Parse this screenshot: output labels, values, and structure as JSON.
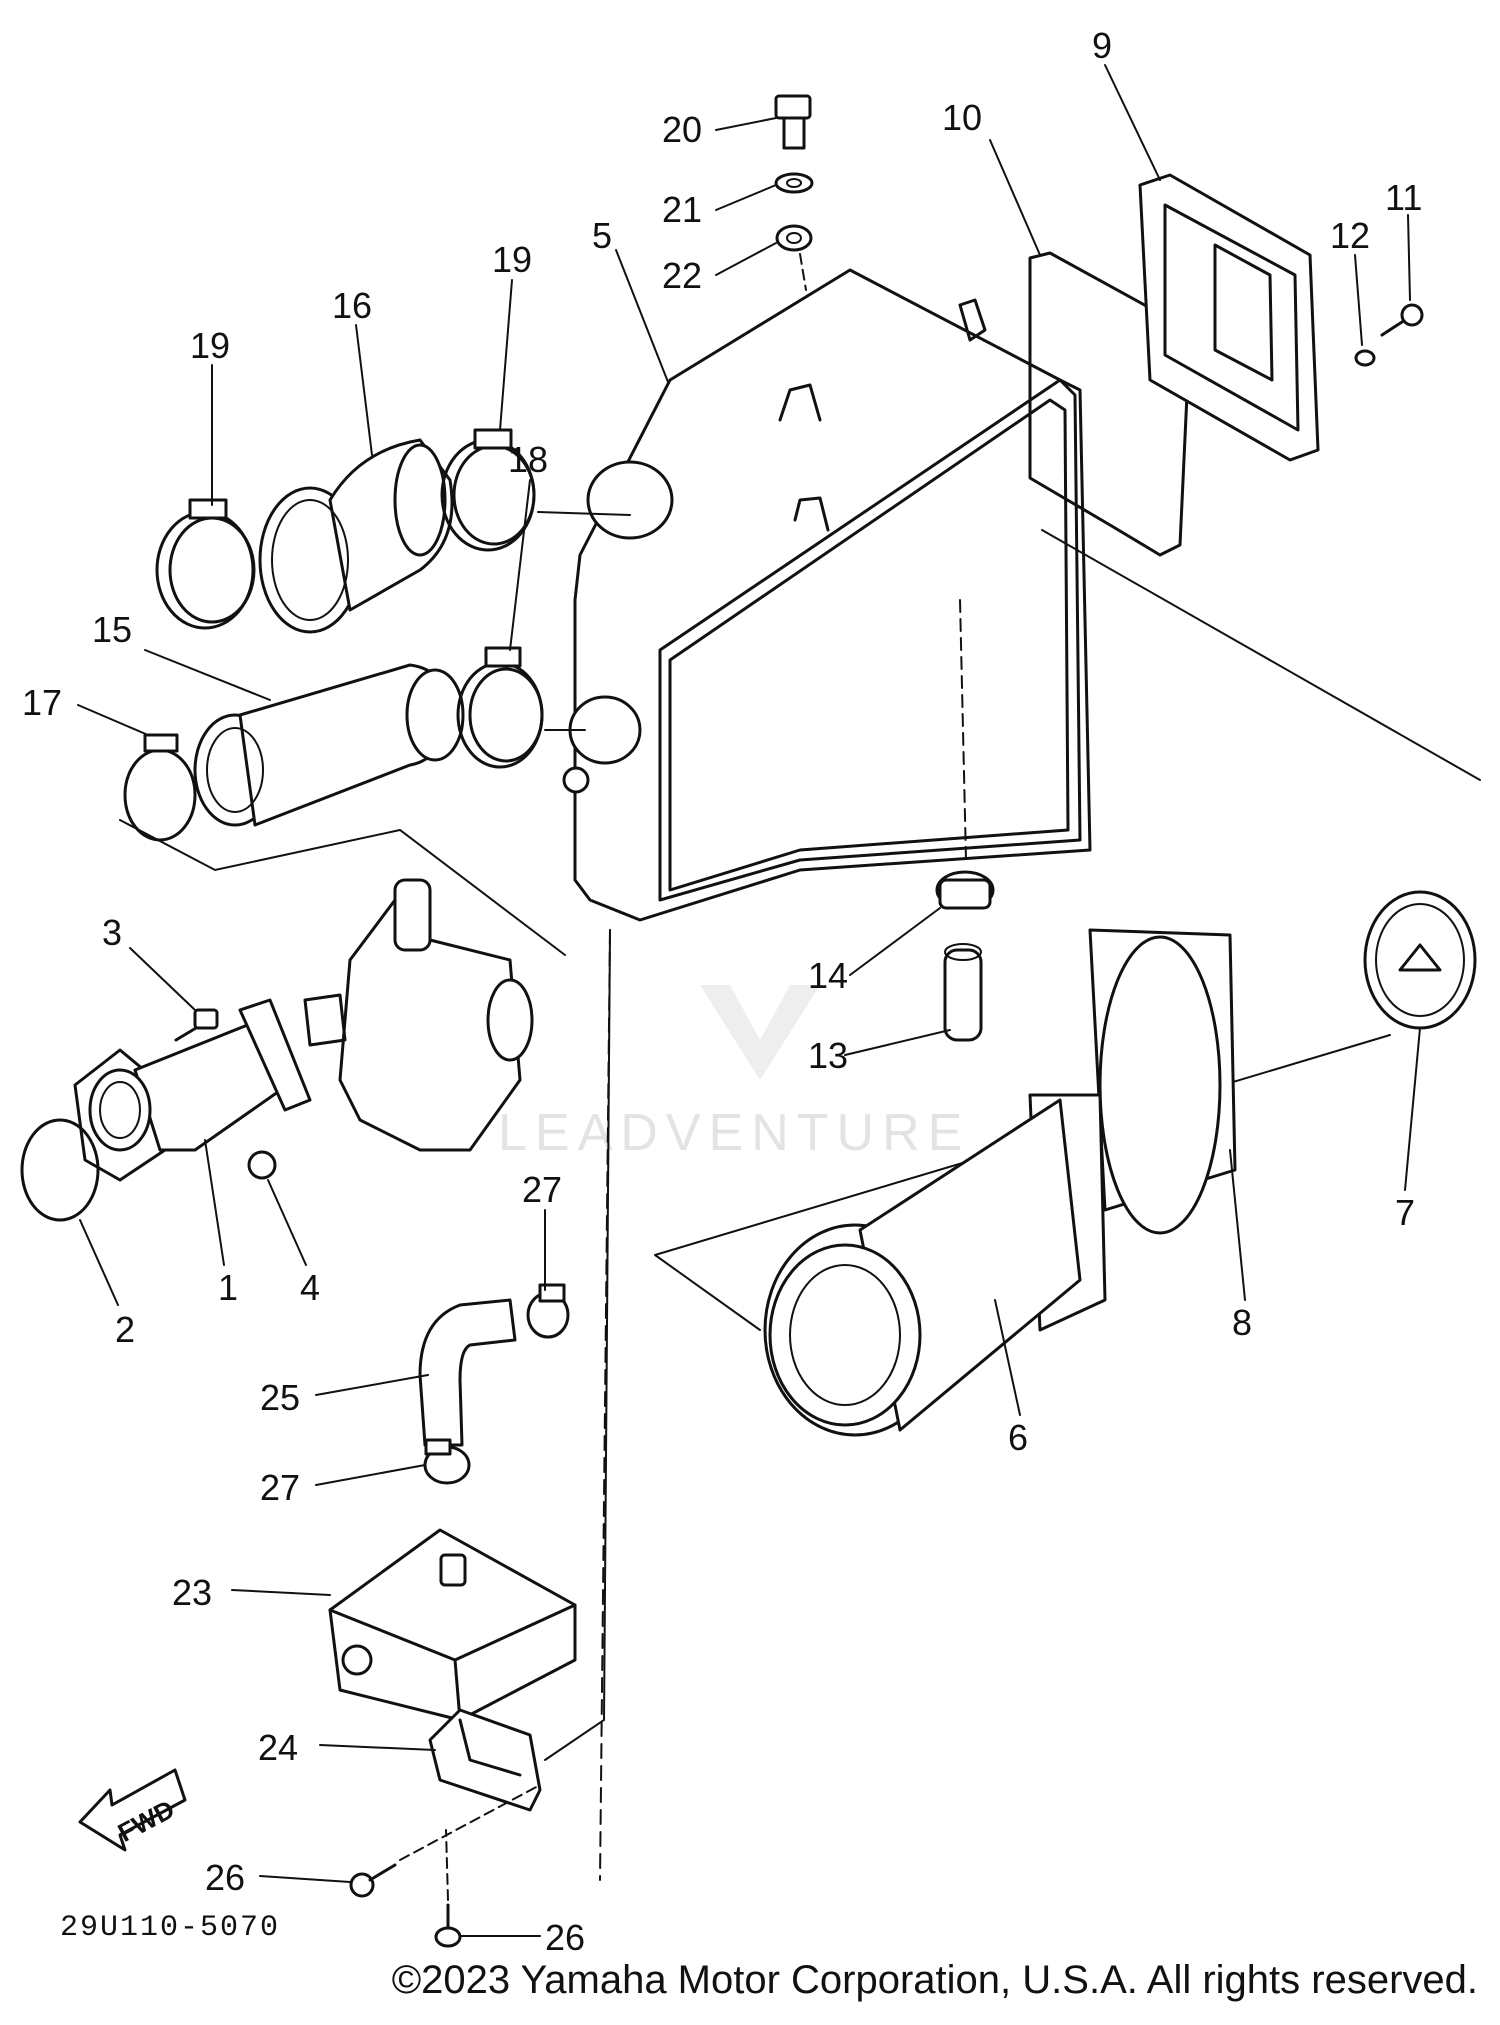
{
  "diagram": {
    "callouts": [
      {
        "id": "c20",
        "label": "20"
      },
      {
        "id": "c21",
        "label": "21"
      },
      {
        "id": "c22",
        "label": "22"
      },
      {
        "id": "c10",
        "label": "10"
      },
      {
        "id": "c9",
        "label": "9"
      },
      {
        "id": "c11",
        "label": "11"
      },
      {
        "id": "c12",
        "label": "12"
      },
      {
        "id": "c5",
        "label": "5"
      },
      {
        "id": "c19a",
        "label": "19"
      },
      {
        "id": "c16",
        "label": "16"
      },
      {
        "id": "c19b",
        "label": "19"
      },
      {
        "id": "c15",
        "label": "15"
      },
      {
        "id": "c18",
        "label": "18"
      },
      {
        "id": "c17",
        "label": "17"
      },
      {
        "id": "c3",
        "label": "3"
      },
      {
        "id": "c14",
        "label": "14"
      },
      {
        "id": "c13",
        "label": "13"
      },
      {
        "id": "c7",
        "label": "7"
      },
      {
        "id": "c8",
        "label": "8"
      },
      {
        "id": "c6",
        "label": "6"
      },
      {
        "id": "c2",
        "label": "2"
      },
      {
        "id": "c1",
        "label": "1"
      },
      {
        "id": "c4",
        "label": "4"
      },
      {
        "id": "c27a",
        "label": "27"
      },
      {
        "id": "c25",
        "label": "25"
      },
      {
        "id": "c27b",
        "label": "27"
      },
      {
        "id": "c23",
        "label": "23"
      },
      {
        "id": "c24",
        "label": "24"
      },
      {
        "id": "c26a",
        "label": "26"
      },
      {
        "id": "c26b",
        "label": "26"
      }
    ],
    "drawing_code": "29U110-5070",
    "direction_marker": "FWD",
    "watermark": "LEADVENTURE"
  },
  "footer": {
    "copyright": "©2023 Yamaha Motor Corporation, U.S.A. All rights reserved."
  }
}
